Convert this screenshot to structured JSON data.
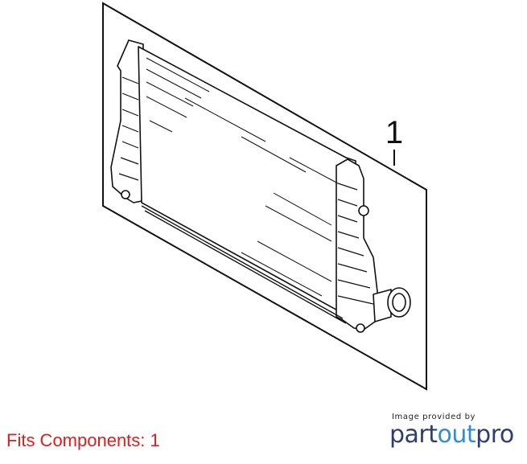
{
  "diagram": {
    "callout_label": "1"
  },
  "footer": {
    "fits_text": "Fits Components: 1",
    "credit_text": "Image provided by",
    "brand_part": "part",
    "brand_out": "out",
    "brand_pro": "pro"
  }
}
